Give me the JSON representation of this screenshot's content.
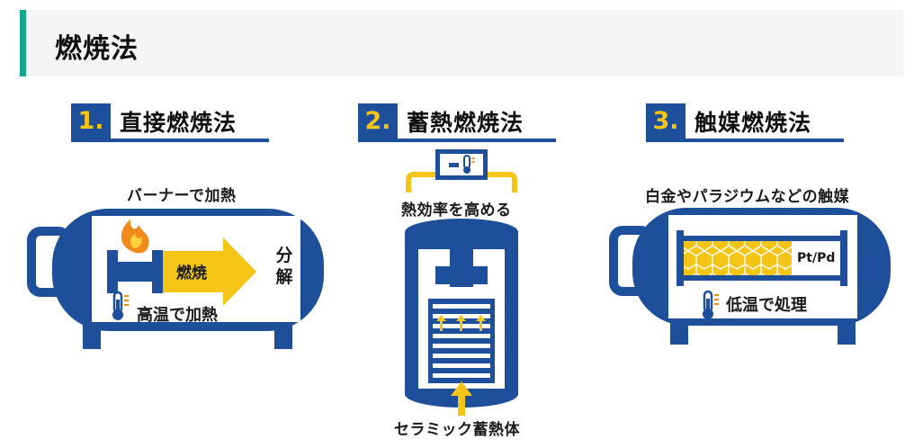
{
  "header": {
    "title": "燃焼法"
  },
  "methods": [
    {
      "number": "1.",
      "label": "直接燃焼法",
      "caption": "バーナーで加熱",
      "flame_label": "燃焼",
      "heat_label": "高温で加熱",
      "result_label": "分解"
    },
    {
      "number": "2.",
      "label": "蓄熱燃焼法",
      "caption": "熱効率を高める",
      "bottom_label": "セラミック蓄熱体"
    },
    {
      "number": "3.",
      "label": "触媒燃焼法",
      "caption": "白金やパラジウムなどの触媒",
      "catalyst_label": "Pt/Pd",
      "heat_label": "低温で処理"
    }
  ],
  "colors": {
    "primary": "#1d4f9a",
    "accent": "#f4c417",
    "header_bar": "#16a58f",
    "flame": "#f08a1c"
  }
}
